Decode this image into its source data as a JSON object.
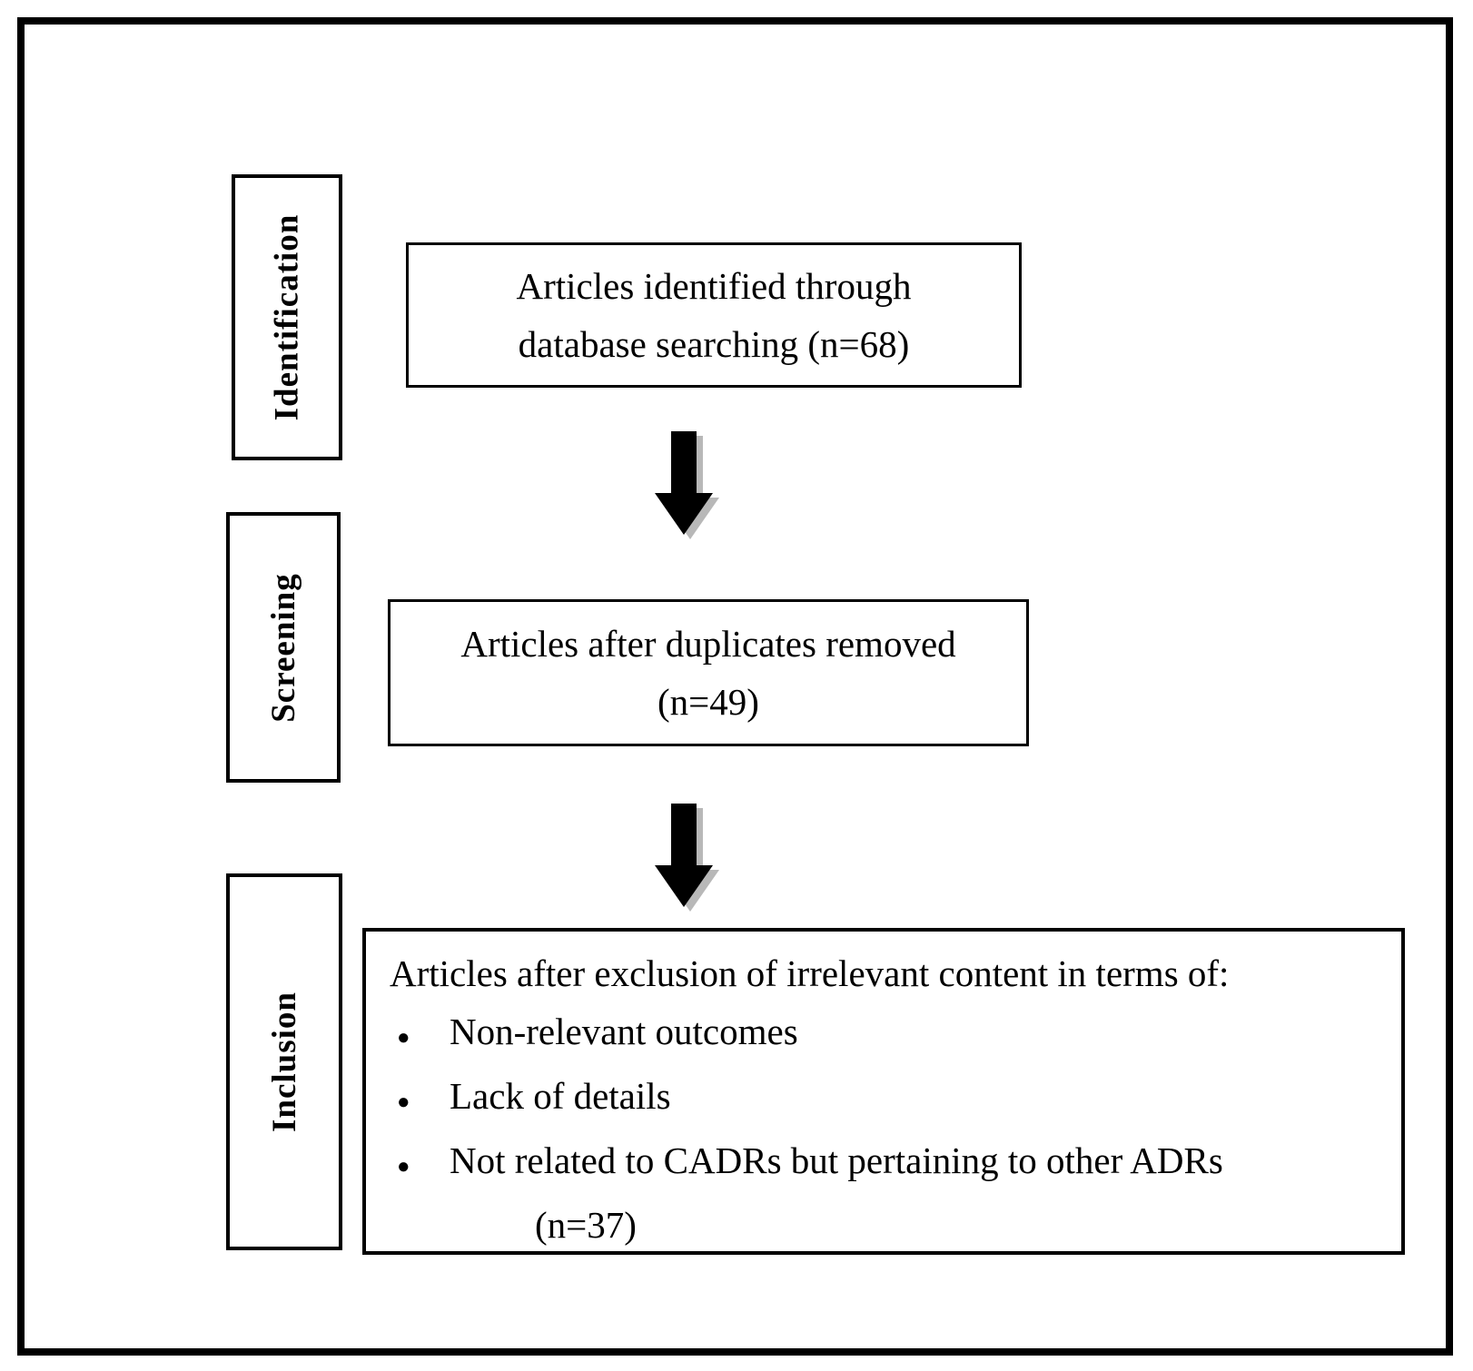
{
  "diagram": {
    "stages": [
      {
        "label": "Identification"
      },
      {
        "label": "Screening"
      },
      {
        "label": "Inclusion"
      }
    ],
    "boxes": [
      {
        "lines": [
          "Articles identified through",
          "database searching (n=68)"
        ]
      },
      {
        "lines": [
          "Articles after duplicates removed",
          "(n=49)"
        ]
      },
      {
        "heading": "Articles after exclusion of irrelevant content in terms of:",
        "bullets": [
          "Non-relevant outcomes",
          "Lack of details",
          "Not related to CADRs but pertaining to other ADRs"
        ],
        "count": "(n=37)"
      }
    ],
    "bullet_glyph": "●",
    "colors": {
      "frame": "#000000",
      "box_border": "#000000",
      "text": "#000000",
      "arrow": "#000000",
      "arrow_shadow": "#b8b8b8",
      "background": "#ffffff"
    }
  }
}
